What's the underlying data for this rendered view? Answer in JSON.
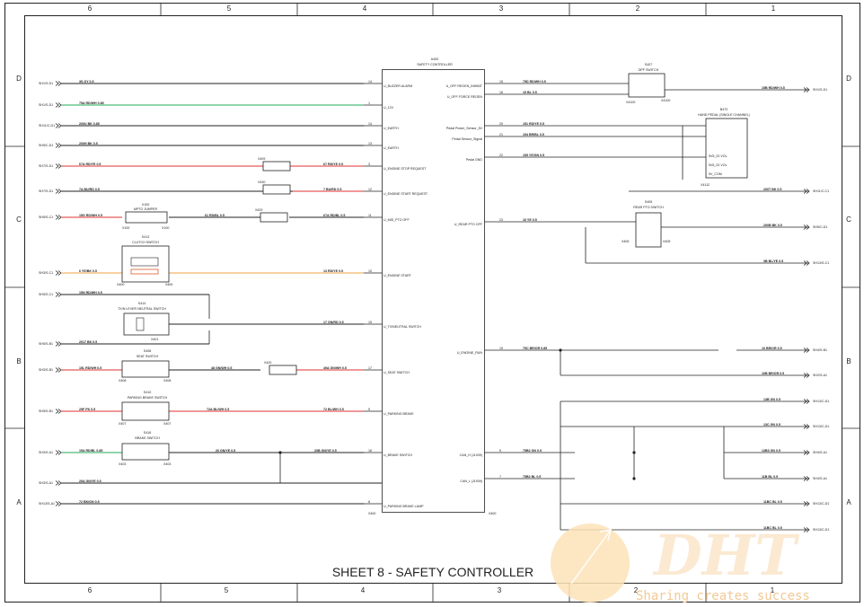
{
  "sheet_title": "SHEET 8 - SAFETY CONTROLLER",
  "columns": [
    "6",
    "5",
    "4",
    "3",
    "2",
    "1"
  ],
  "rows": [
    "D",
    "C",
    "B",
    "A"
  ],
  "controller": {
    "ref": "A400",
    "name": "SAFETY CONTROLLER",
    "connector_left": "X400",
    "connector_right": "X400",
    "left_pins": [
      {
        "pin": "14",
        "label": "U_BUZZER ALARM"
      },
      {
        "pin": "1",
        "label": "U_12V"
      },
      {
        "pin": "14",
        "label": "U_EARTH"
      },
      {
        "pin": "13",
        "label": "U_EARTH"
      },
      {
        "pin": "3",
        "label": "U_ENGINE STOP REQUEST"
      },
      {
        "pin": "12",
        "label": "U_ENGINE START REQUEST"
      },
      {
        "pin": "11",
        "label": "U_MID_PTO OFF"
      },
      {
        "pin": "10",
        "label": "U_ENGINE START"
      },
      {
        "pin": "15",
        "label": "U_TX/NEUTRAL SWITCH"
      },
      {
        "pin": "17",
        "label": "U_SEAT SWITCH"
      },
      {
        "pin": "5",
        "label": "U_PARKING BRAKE"
      },
      {
        "pin": "16",
        "label": "U_BRAKE SWITCH"
      },
      {
        "pin": "8",
        "label": "U_PARKING BRAKE LAMP"
      }
    ],
    "right_pins": [
      {
        "pin": "15",
        "label": "U_OFF REGEN_INHIBIT"
      },
      {
        "pin": "16",
        "label": "U_OFF FORCE REGEN"
      },
      {
        "pin": "20",
        "label": "Pedal Power_Sensor_5V"
      },
      {
        "pin": "21",
        "label": "Pedal Sensor_Signal"
      },
      {
        "pin": "22",
        "label": "Pedal GND"
      },
      {
        "pin": "23",
        "label": "U_REAR PTO OFF"
      },
      {
        "pin": "19",
        "label": "U_ENGINE_RUN"
      },
      {
        "pin": "5",
        "label": "CAN_H (J1939)"
      },
      {
        "pin": "7",
        "label": "CAN_L (J1939)"
      }
    ]
  },
  "left_wires": [
    {
      "connector": "SH1/S-D1",
      "label": "3S GY 0.5"
    },
    {
      "connector": "SH1/S-D1",
      "label": "75A RD/WH 0.85"
    },
    {
      "connector": "SH11/C-D1",
      "label": "200U BK 0.85"
    },
    {
      "connector": "SH5/C-D1",
      "label": "200H BK 0.5"
    },
    {
      "connector": "SH7/S-D1",
      "label": "67A RD/YE 0.5"
    },
    {
      "connector": "SH7/S-D1",
      "label": "7A BU/RD 0.5"
    },
    {
      "connector": "SH5/S-C1",
      "label": "15G RD/WH 0.5"
    },
    {
      "connector": "SH3/S-C1",
      "label": "6 YE/BK 0.5"
    },
    {
      "connector": "SH5/S-C1",
      "label": "15N RD/WH 0.5"
    },
    {
      "connector": "SH5/S-B1",
      "label": "2017 BK 0.5"
    },
    {
      "connector": "SH3/S-B1",
      "label": "15L RD/WH 0.5"
    },
    {
      "connector": "SH5/S-B1",
      "label": "25F PK 0.5"
    },
    {
      "connector": "SH3/S-A1",
      "label": "15A RD/BL 0.85"
    },
    {
      "connector": "SH3/S-A1",
      "label": "20A GN/YE 0.5"
    },
    {
      "connector": "SH13/S-A1",
      "label": "72 BK/GN 0.5"
    }
  ],
  "mid_wires": [
    {
      "label": "67 RD/YE 0.5"
    },
    {
      "label": "7 BU/RD 0.5"
    },
    {
      "label": "61 RD/BL 0.5"
    },
    {
      "label": "67A RD/BL 0.5"
    },
    {
      "label": "13 RD/YE 0.5"
    },
    {
      "label": "17 GN/RD 0.5"
    },
    {
      "label": "48 GN/WH 0.5"
    },
    {
      "label": "49A GN/WH 0.5"
    },
    {
      "label": "72A BL/WH 0.5"
    },
    {
      "label": "72 BL/WH 0.5"
    },
    {
      "label": "20 GN/YE 0.5"
    },
    {
      "label": "20B GN/YE 0.5"
    }
  ],
  "components": {
    "x100": {
      "ref": "X100",
      "name": "MPTO JUMPER"
    },
    "s413": {
      "ref": "S413",
      "name": "CLUTCH SWITCH"
    },
    "s414": {
      "ref": "S414",
      "name": "TX/N LEVER NEUTRAL SWITCH"
    },
    "s408": {
      "ref": "S408",
      "name": "SEAT SWITCH"
    },
    "s410": {
      "ref": "S410",
      "name": "PARKING BRAKE SWITCH"
    },
    "s416": {
      "ref": "S416",
      "name": "BRAKE SWITCH"
    },
    "s407": {
      "ref": "S407",
      "name": "DPF SWITCH"
    },
    "b472": {
      "ref": "B472",
      "name": "HAND PEDAL (SINGLE CHANNEL)"
    },
    "s405": {
      "ref": "S405",
      "name": "REAR PTO SWITCH"
    }
  },
  "right_wires": [
    {
      "label": "75D RD/WH 0.5"
    },
    {
      "label": "15 BL 0.5"
    },
    {
      "label": "151 RD/YE 0.5"
    },
    {
      "label": "154 BR/BL 0.5"
    },
    {
      "label": "155 YE/GN 0.5"
    },
    {
      "label": "10 YE 0.5"
    },
    {
      "label": "75C BR/OR 0.85"
    },
    {
      "label": "75B2 GN 0.5"
    },
    {
      "label": "75B2 BL 0.5"
    }
  ],
  "right_edge": [
    {
      "connector": "SH1/S-D1",
      "label": "15B RD/WH 0.5"
    },
    {
      "connector": "SH11/C-C1",
      "label": "200T BK 0.5"
    },
    {
      "connector": "SH5/C-D1",
      "label": "200B BK 0.5"
    },
    {
      "connector": "SH13/S-C1",
      "label": "3B BL/YE 0.5"
    },
    {
      "connector": "SH4/S-B1",
      "label": "10 BR/OR 0.5"
    },
    {
      "connector": "SH2/S-A1",
      "label": "10B BR/OR 0.5"
    },
    {
      "connector": "SH13/C-D1",
      "label": "13B GN 0.5"
    },
    {
      "connector": "SH13/C-D1",
      "label": "13C GN 0.5"
    },
    {
      "connector": "SH4/S-A1",
      "label": "13B3 GN 0.5"
    },
    {
      "connector": "SH4/S-A1",
      "label": "11B BL 0.5"
    },
    {
      "connector": "SH13/C-D1",
      "label": "11BC BL 0.5"
    },
    {
      "connector": "SH13/C-D1",
      "label": "11BC BL 0.5"
    }
  ],
  "watermark": {
    "logo": "DHT",
    "tagline": "Sharing creates success"
  }
}
